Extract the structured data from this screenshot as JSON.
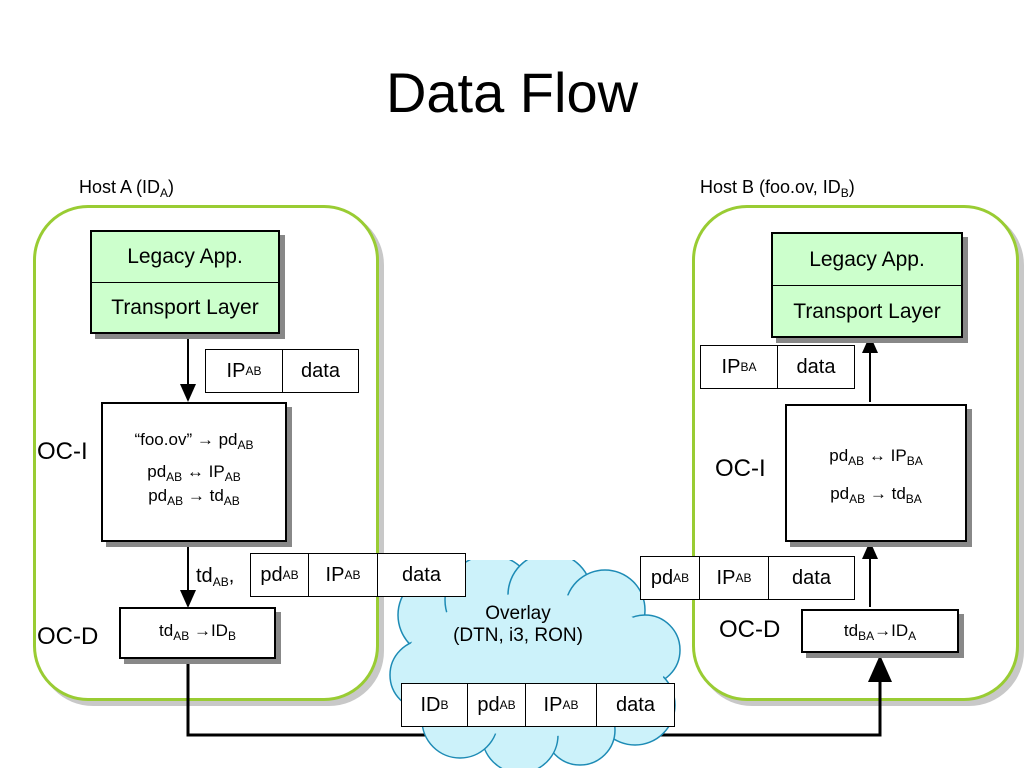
{
  "title": "Data Flow",
  "colors": {
    "host_border": "#99cc33",
    "app_fill": "#ccffcc",
    "cloud_fill": "#ccf2fa",
    "cloud_stroke": "#1d8bb5"
  },
  "host_a": {
    "label": "Host A (ID",
    "label_sub": "A",
    "label_end": ")",
    "app": "Legacy App.",
    "transport": "Transport Layer",
    "oc_i": "OC-I",
    "oc_d": "OC-D"
  },
  "host_b": {
    "label": "Host B (foo.ov, ID",
    "label_sub": "B",
    "label_end": ")",
    "app": "Legacy App.",
    "transport": "Transport Layer",
    "oc_i": "OC-I",
    "oc_d": "OC-D"
  },
  "sym": {
    "arrow": "→",
    "biarrow": "↔"
  },
  "t": {
    "IP": "IP",
    "data": "data",
    "pd": "pd",
    "td": "td",
    "ID": "ID",
    "AB": "AB",
    "BA": "BA",
    "A": "A",
    "B": "B",
    "foo": "“foo.ov”",
    "comma": ","
  },
  "overlay": {
    "line1": "Overlay",
    "line2": "(DTN, i3, RON)"
  }
}
